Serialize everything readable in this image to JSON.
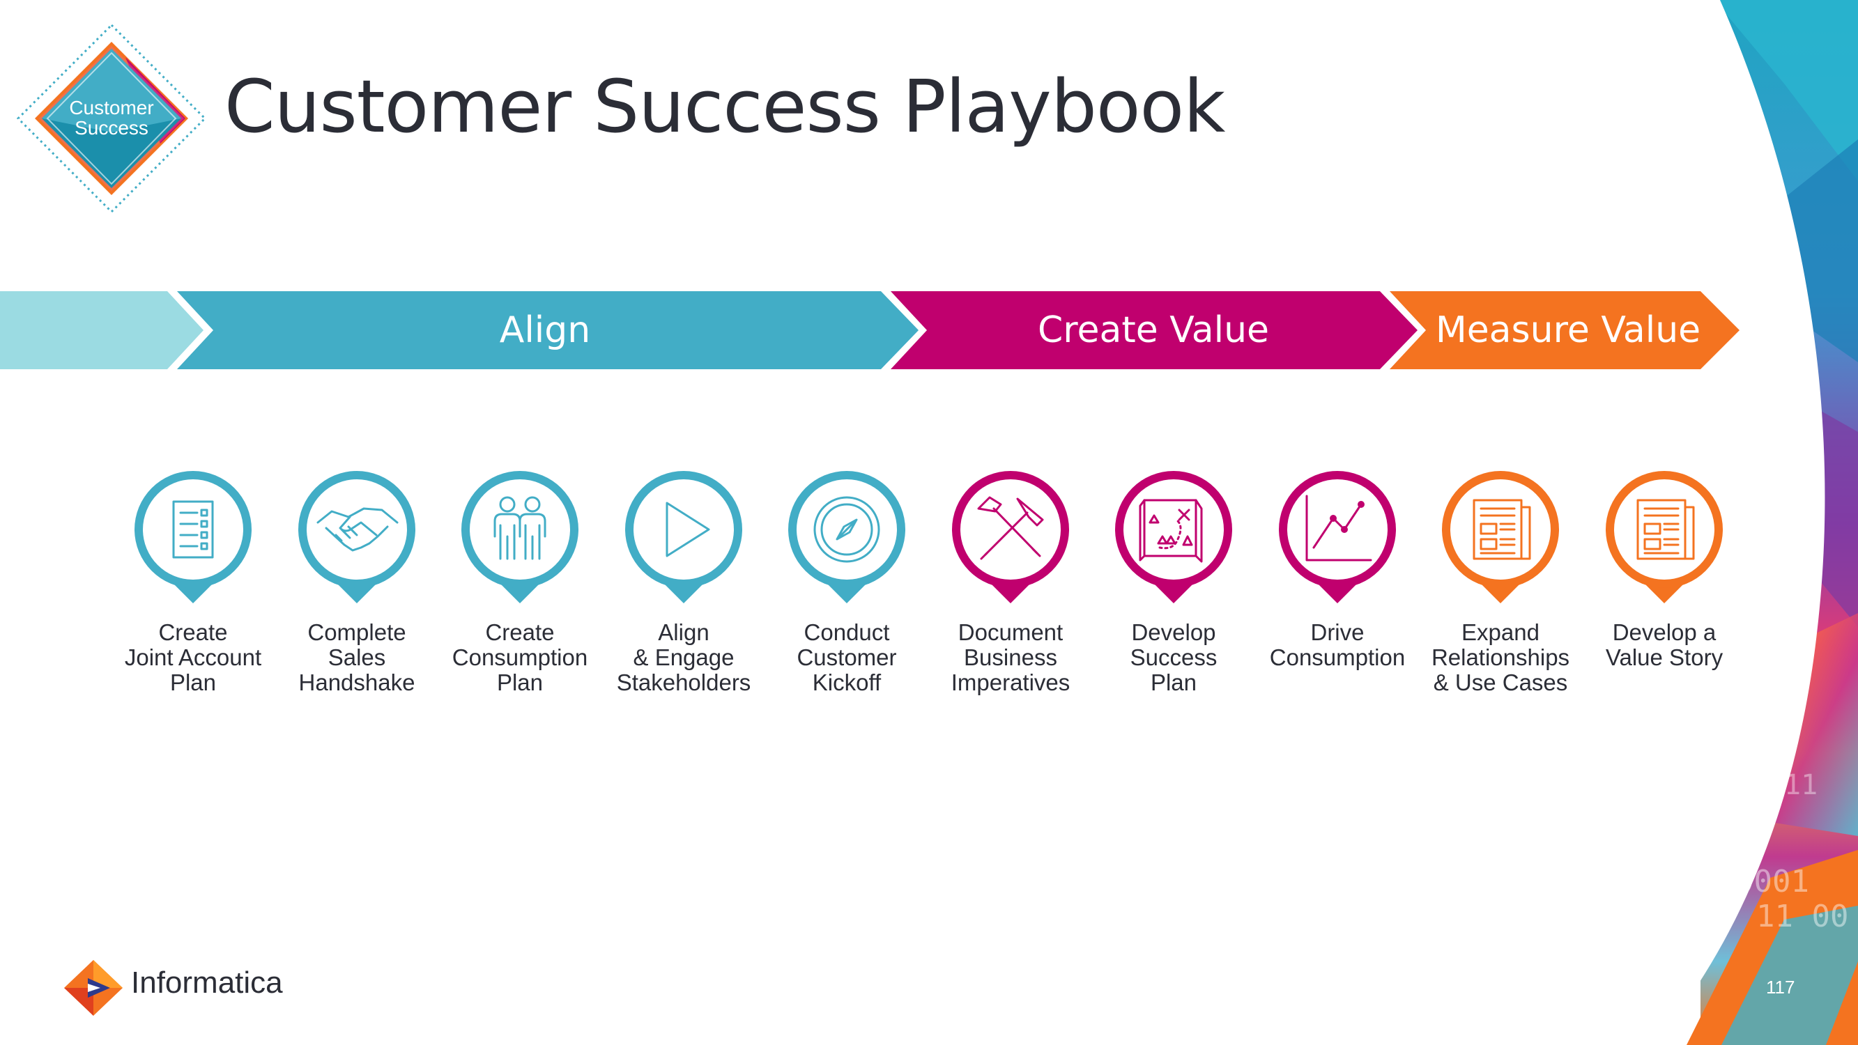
{
  "badge": {
    "line1": "Customer",
    "line2": "Success"
  },
  "title": "Customer Success Playbook",
  "phases": [
    {
      "label": "Align",
      "color": "#42adc6"
    },
    {
      "label": "Create Value",
      "color": "#c0006e"
    },
    {
      "label": "Measure Value",
      "color": "#f47320"
    }
  ],
  "lead_arrow_color": "#9bdbe2",
  "steps": [
    {
      "icon": "checklist-icon",
      "color": "#42adc6",
      "lines": [
        "Create",
        "Joint Account",
        "Plan"
      ]
    },
    {
      "icon": "handshake-icon",
      "color": "#42adc6",
      "lines": [
        "Complete",
        "Sales",
        "Handshake"
      ]
    },
    {
      "icon": "people-icon",
      "color": "#42adc6",
      "lines": [
        "Create",
        "Consumption",
        "Plan"
      ]
    },
    {
      "icon": "play-icon",
      "color": "#42adc6",
      "lines": [
        "Align",
        "& Engage",
        "Stakeholders"
      ]
    },
    {
      "icon": "compass-icon",
      "color": "#42adc6",
      "lines": [
        "Conduct",
        "Customer",
        "Kickoff"
      ]
    },
    {
      "icon": "hammers-icon",
      "color": "#c0006e",
      "lines": [
        "Document",
        "Business",
        "Imperatives"
      ]
    },
    {
      "icon": "map-icon",
      "color": "#c0006e",
      "lines": [
        "Develop",
        "Success",
        "Plan"
      ]
    },
    {
      "icon": "line-chart-icon",
      "color": "#c0006e",
      "lines": [
        "Drive",
        "Consumption"
      ]
    },
    {
      "icon": "newspaper-icon",
      "color": "#f47320",
      "lines": [
        "Expand",
        "Relationships",
        "& Use Cases"
      ]
    },
    {
      "icon": "newspaper-icon",
      "color": "#f47320",
      "lines": [
        "Develop a",
        "Value Story"
      ]
    }
  ],
  "footer": {
    "logo_text": "Informatica",
    "page_number": "117"
  }
}
